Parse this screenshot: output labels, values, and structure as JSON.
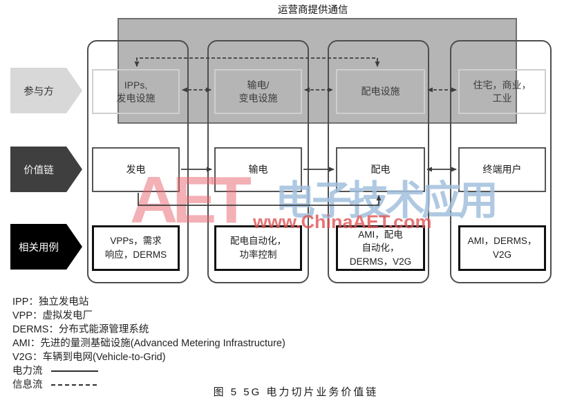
{
  "figure": {
    "top_label": "运营商提供通信",
    "row_labels": [
      "参与方",
      "价值链",
      "相关用例"
    ],
    "participants": [
      "IPPs,\n发电设施",
      "输电/\n变电设施",
      "配电设施",
      "住宅，商业，\n工业"
    ],
    "value_chain": [
      "发电",
      "输电",
      "配电",
      "终端用户"
    ],
    "use_cases": [
      "VPPs，需求\n响应，DERMS",
      "配电自动化，\n功率控制",
      "AMI，配电\n自动化，\nDERMS，V2G",
      "AMI，DERMS，\nV2G"
    ],
    "legend": {
      "abbreviations": [
        "IPP：独立发电站",
        "VPP：虚拟发电厂",
        "DERMS：分布式能源管理系统",
        "AMI：先进的量测基础设施(Advanced Metering Infrastructure)",
        "V2G：车辆到电网(Vehicle-to-Grid)"
      ],
      "flows": [
        {
          "label": "电力流",
          "style": "solid"
        },
        {
          "label": "信息流",
          "style": "dashed"
        }
      ]
    },
    "caption": "图 5  5G 电力切片业务价值链",
    "watermark": {
      "logo": "AET",
      "cn": "电子技术应用",
      "url": "www.ChinaAET.com",
      "logo_color": "#e8616b",
      "cn_color": "#a2c0dd",
      "url_color": "#e05252"
    },
    "colors": {
      "comm_band_fill": "#b5b5b5",
      "comm_band_border": "#6f6f6f",
      "column_border": "#4d4d4d",
      "arrow": "#3d3d3d",
      "participant_border": "#cfcfcf",
      "row_label_fills": [
        "#d8d8d8",
        "#3f3f3f",
        "#000000"
      ]
    }
  }
}
